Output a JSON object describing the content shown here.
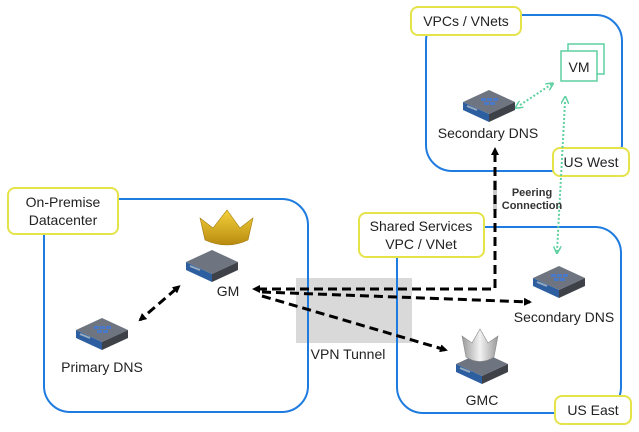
{
  "regions": {
    "onprem": {
      "line1": "On-Premise",
      "line2": "Datacenter"
    },
    "vpcs": {
      "label": "VPCs / VNets"
    },
    "us_west": {
      "label": "US West"
    },
    "shared": {
      "line1": "Shared Services",
      "line2": "VPC / VNet"
    },
    "us_east": {
      "label": "US East"
    }
  },
  "nodes": {
    "gm": "GM",
    "primary_dns": "Primary DNS",
    "secondary_dns_west": "Secondary DNS",
    "secondary_dns_east": "Secondary DNS",
    "gmc": "GMC",
    "vm": "VM"
  },
  "connections": {
    "vpn_tunnel": "VPN Tunnel",
    "peering_line1": "Peering",
    "peering_line2": "Connection"
  },
  "colors": {
    "region_border": "#1e7be0",
    "label_border": "#e5e34a",
    "vm_green": "#5ecfa0",
    "vpn_gray": "#d9d9d9",
    "crown_gold": "#e8b820"
  }
}
